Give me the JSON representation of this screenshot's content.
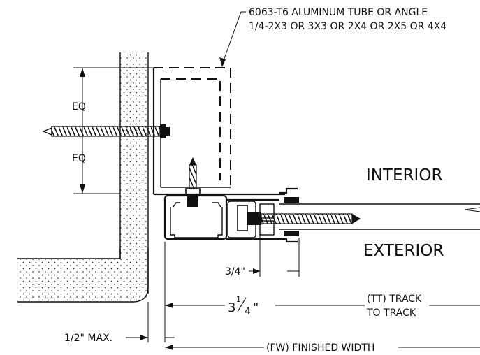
{
  "callout": {
    "line1": "6063-T6 ALUMINUM TUBE OR ANGLE",
    "line2": "1/4-2X3 OR 3X3 OR 2X4 OR 2X5 OR 4X4"
  },
  "labels": {
    "eq_top": "EQ",
    "eq_bottom": "EQ",
    "interior": "INTERIOR",
    "exterior": "EXTERIOR"
  },
  "dimensions": {
    "three_quarter": "3/4\"",
    "three_quarter_whole": "3",
    "three_quarter_frac": "1/4",
    "three_quarter_inch": "\"",
    "track_line1": "(TT) TRACK",
    "track_line2": "TO TRACK",
    "half_max": "1/2\" MAX.",
    "finished_width": "(FW) FINISHED WIDTH"
  }
}
